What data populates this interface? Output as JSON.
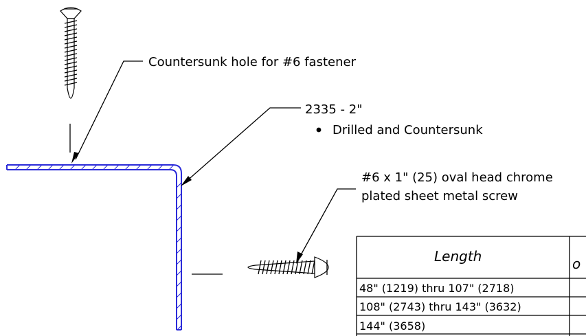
{
  "callouts": {
    "countersunk": "Countersunk hole for #6 fastener",
    "part_number": "2335 - 2\"",
    "part_note": "Drilled and Countersunk",
    "screw_line1": "#6 x 1\" (25) oval head chrome",
    "screw_line2": "plated sheet metal screw"
  },
  "table": {
    "header_length": "Length",
    "header_partial": "o",
    "rows": [
      "48\" (1219) thru 107\" (2718)",
      "108\" (2743) thru 143\" (3632)",
      "144\" (3658)"
    ]
  },
  "colors": {
    "angle_profile": "#2b2bd9",
    "linework": "#000000"
  }
}
